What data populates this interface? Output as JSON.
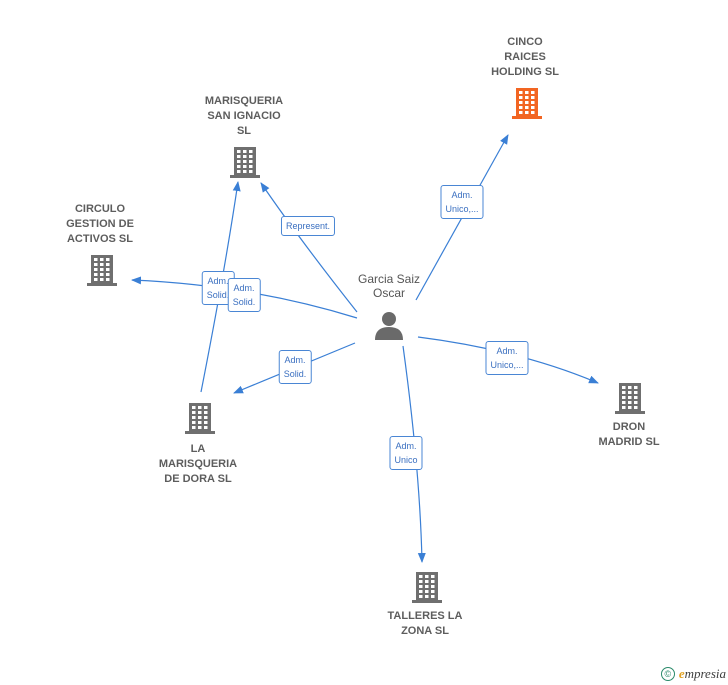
{
  "colors": {
    "edge": "#3a7fd5",
    "building": "#6f6f6f",
    "building_highlight": "#f26522",
    "person": "#6a6a6a"
  },
  "nodes": {
    "person": {
      "label": "Garcia Saiz\nOscar",
      "icon": "person-icon"
    },
    "cinco": {
      "label": "CINCO\nRAICES\nHOLDING  SL",
      "icon": "building-icon",
      "highlight": true
    },
    "marisqueria_si": {
      "label": "MARISQUERIA\nSAN IGNACIO\nSL",
      "icon": "building-icon"
    },
    "circulo": {
      "label": "CIRCULO\nGESTION DE\nACTIVOS  SL",
      "icon": "building-icon"
    },
    "dora": {
      "label": "LA\nMARISQUERIA\nDE DORA  SL",
      "icon": "building-icon"
    },
    "dron": {
      "label": "DRON\nMADRID  SL",
      "icon": "building-icon"
    },
    "talleres": {
      "label": "TALLERES LA\nZONA SL",
      "icon": "building-icon"
    }
  },
  "edges": [
    {
      "label": "Adm.\nUnico,..."
    },
    {
      "label": "Represent."
    },
    {
      "label": "Adm.\nSolid."
    },
    {
      "label": "Adm.\nSolid."
    },
    {
      "label": "Adm.\nSolid."
    },
    {
      "label": "Adm.\nUnico,..."
    },
    {
      "label": "Adm.\nUnico"
    },
    {
      "label": ""
    }
  ],
  "footer": {
    "copyright": "©",
    "brand_initial": "e",
    "brand_rest": "mpresia"
  }
}
